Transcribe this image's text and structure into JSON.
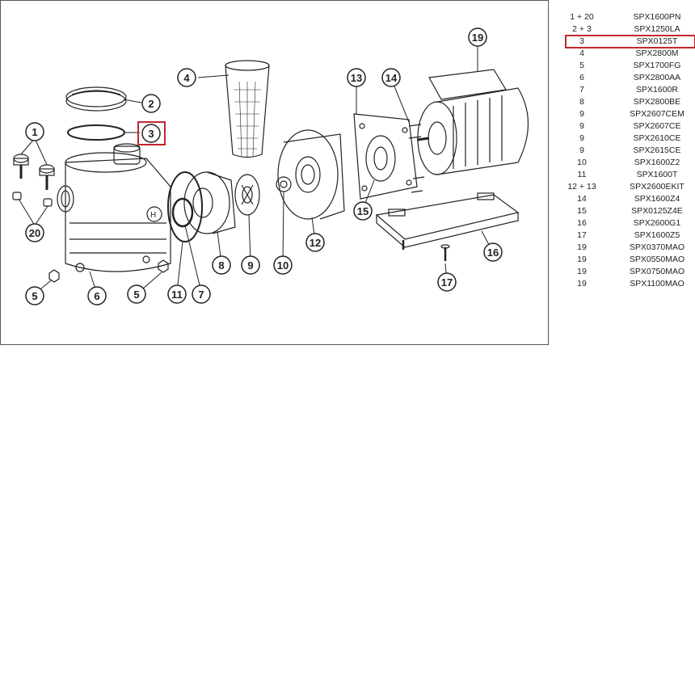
{
  "colors": {
    "highlight": "#c0282e",
    "line": "#222222"
  },
  "callouts": [
    "1",
    "2",
    "3",
    "4",
    "5",
    "5",
    "6",
    "7",
    "8",
    "9",
    "10",
    "11",
    "12",
    "13",
    "14",
    "15",
    "16",
    "17",
    "19",
    "20"
  ],
  "parts": [
    {
      "ref": "1 + 20",
      "code": "SPX1600PN"
    },
    {
      "ref": "2 + 3",
      "code": "SPX1250LA"
    },
    {
      "ref": "3",
      "code": "SPX0125T",
      "highlighted": true
    },
    {
      "ref": "4",
      "code": "SPX2800M"
    },
    {
      "ref": "5",
      "code": "SPX1700FG"
    },
    {
      "ref": "6",
      "code": "SPX2800AA"
    },
    {
      "ref": "7",
      "code": "SPX1600R"
    },
    {
      "ref": "8",
      "code": "SPX2800BE"
    },
    {
      "ref": "9",
      "code": "SPX2607CEM"
    },
    {
      "ref": "9",
      "code": "SPX2607CE"
    },
    {
      "ref": "9",
      "code": "SPX2610CE"
    },
    {
      "ref": "9",
      "code": "SPX2615CE"
    },
    {
      "ref": "10",
      "code": "SPX1600Z2"
    },
    {
      "ref": "11",
      "code": "SPX1600T"
    },
    {
      "ref": "12 + 13",
      "code": "SPX2600EKIT"
    },
    {
      "ref": "14",
      "code": "SPX1600Z4"
    },
    {
      "ref": "15",
      "code": "SPX0125Z4E"
    },
    {
      "ref": "16",
      "code": "SPX2600G1"
    },
    {
      "ref": "17",
      "code": "SPX1600Z5"
    },
    {
      "ref": "19",
      "code": "SPX0370MAO"
    },
    {
      "ref": "19",
      "code": "SPX0550MAO"
    },
    {
      "ref": "19",
      "code": "SPX0750MAO"
    },
    {
      "ref": "19",
      "code": "SPX1100MAO"
    }
  ]
}
